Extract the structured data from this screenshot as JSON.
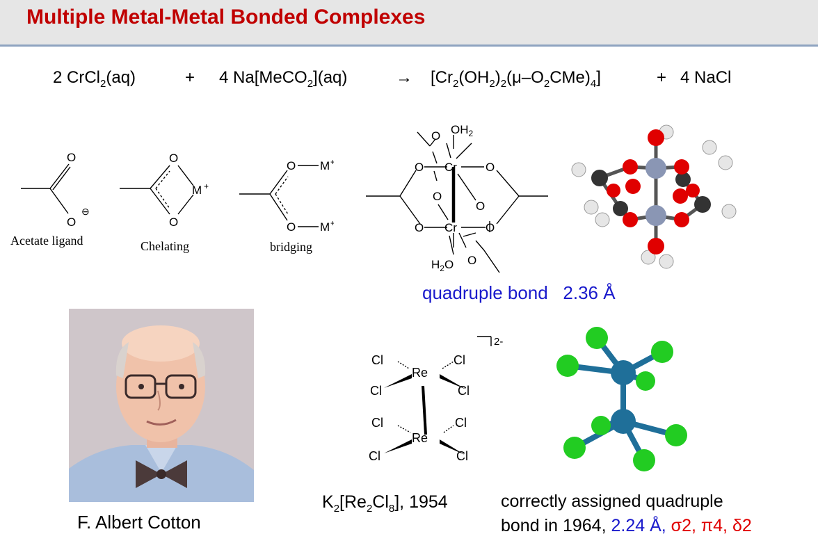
{
  "slide": {
    "title": "Multiple Metal-Metal Bonded Complexes"
  },
  "equation": {
    "lhs1": "2 CrCl",
    "lhs1_sub": "2",
    "lhs1_tail": "(aq)",
    "plus": "+",
    "lhs2": "4 Na[MeCO",
    "lhs2_sub": "2",
    "lhs2_tail": "](aq)",
    "arrow": "→",
    "prod_a": "[Cr",
    "prod_a_sub": "2",
    "prod_b": "(OH",
    "prod_b_sub": "2",
    "prod_c": ")",
    "prod_c_sub": "2",
    "prod_d": "(μ–O",
    "prod_d_sub": "2",
    "prod_e": "CMe)",
    "prod_e_sub": "4",
    "prod_f": "]",
    "plus2": "+",
    "prod_g": "4 NaCl"
  },
  "ligand_modes": {
    "acetate": "Acetate ligand",
    "chelating": "Chelating",
    "bridging": "bridging",
    "atom_o": "O",
    "atom_m": "M",
    "plus_sup": "+",
    "minus_sign": "⊖"
  },
  "chromium": {
    "atom_cr": "Cr",
    "atom_o": "O",
    "oh2": "OH",
    "oh2_sub": "2",
    "h2o": "H",
    "h2o_sub": "2",
    "h2o_tail": "O",
    "bond_label": "quadruple bond",
    "bond_length": "2.36 Å"
  },
  "person": {
    "name": "F. Albert Cotton"
  },
  "rhenium": {
    "atom_re": "Re",
    "atom_cl": "Cl",
    "charge": "2-",
    "formula_a": "K",
    "formula_a_sub": "2",
    "formula_b": "[Re",
    "formula_b_sub": "2",
    "formula_c": "Cl",
    "formula_c_sub": "8",
    "formula_d": "], 1954",
    "note_line1": "correctly assigned quadruple",
    "note_line2_a": "bond in 1964, ",
    "note_bond_length": "2.24 Å,",
    "note_orbitals": "σ2, π4, δ2"
  },
  "colors": {
    "title": "#c00000",
    "blue_text": "#1a1acc",
    "red_text": "#e00000",
    "chromium_atom": "#8a96b4",
    "oxygen_atom": "#e00000",
    "carbon_atom": "#333333",
    "rhenium_atom": "#1f6f99",
    "chlorine_atom": "#22cc22"
  }
}
